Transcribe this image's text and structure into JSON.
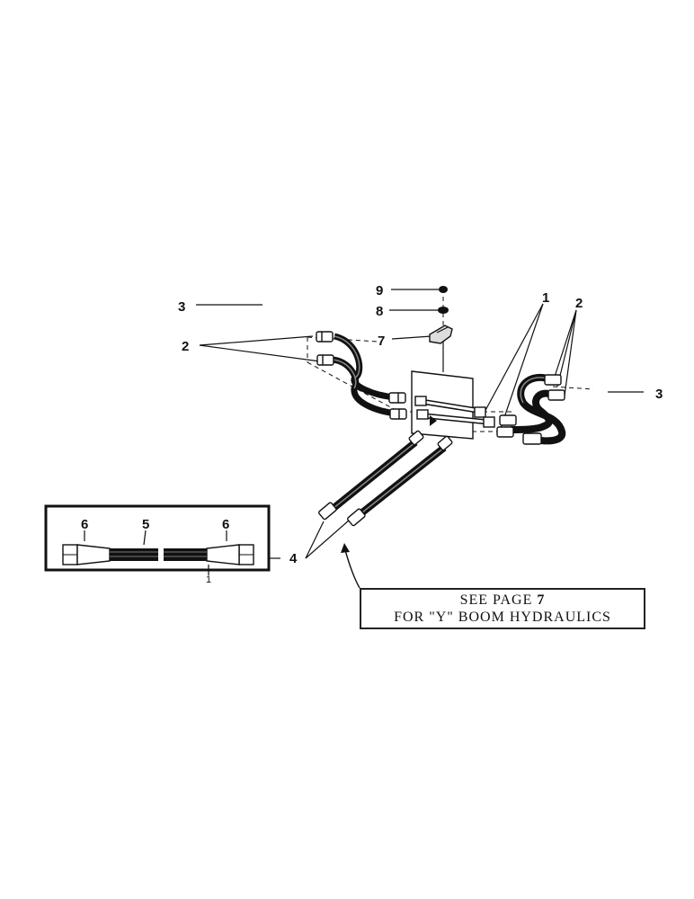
{
  "callouts": {
    "c1_left": "1",
    "c2_left": "2",
    "c2_right": "2",
    "c3_left": "3",
    "c3_right": "3",
    "c4": "4",
    "c7": "7",
    "c8": "8",
    "c9": "9",
    "inset_c5": "5",
    "inset_c6_left": "6",
    "inset_c6_right": "6",
    "inset_c1": "1"
  },
  "note": {
    "line1_prefix": "SEE PAGE ",
    "line1_page": "7",
    "line2": "FOR \"Y\" BOOM HYDRAULICS"
  }
}
